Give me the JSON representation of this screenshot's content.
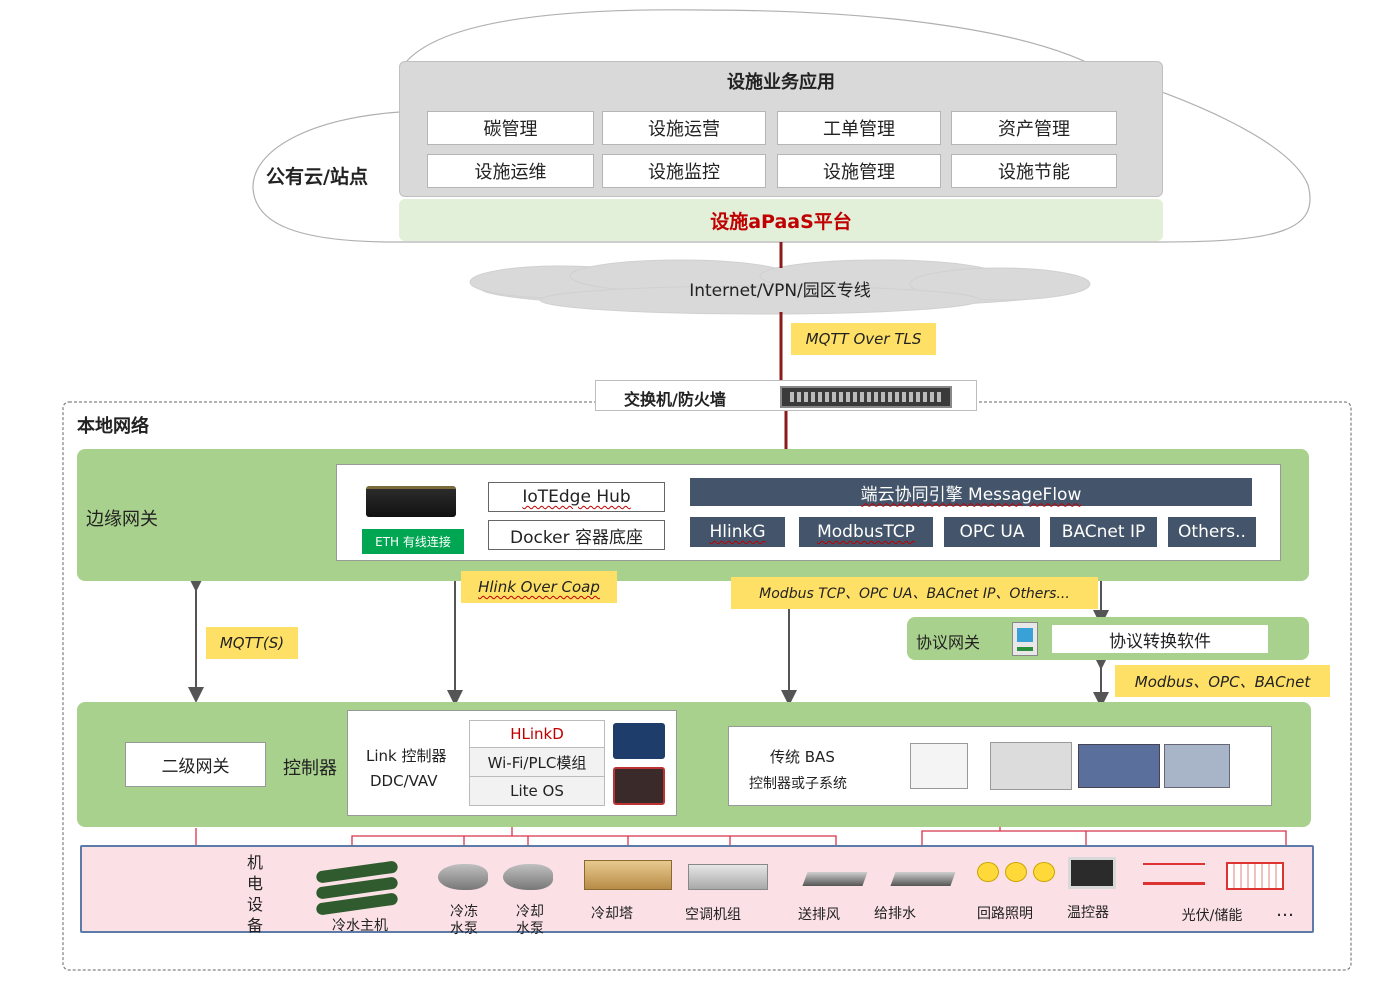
{
  "cloud": {
    "label": "公有云/站点",
    "apps_title": "设施业务应用",
    "apps": [
      "碳管理",
      "设施运营",
      "工单管理",
      "资产管理",
      "设施运维",
      "设施监控",
      "设施管理",
      "设施节能"
    ],
    "platform": "设施aPaaS平台"
  },
  "network": {
    "label": "Internet/VPN/园区专线",
    "protocol": "MQTT Over TLS"
  },
  "firewall": {
    "label": "交换机/防火墙"
  },
  "local": {
    "label": "本地网络"
  },
  "edge": {
    "label": "边缘网关",
    "eth": "ETH 有线连接",
    "hub": "IoTEdge Hub",
    "docker": "Docker 容器底座",
    "engine": "端云协同引擎 MessageFlow",
    "protocols": [
      "HlinkG",
      "ModbusTCP",
      "OPC UA",
      "BACnet IP",
      "Others.."
    ]
  },
  "links": {
    "mqtt_s": "MQTT(S)",
    "hlink_coap": "Hlink Over Coap",
    "modbus_tcp": "Modbus TCP、OPC UA、BACnet IP、Others...",
    "modbus_opc": "Modbus、OPC、BACnet"
  },
  "protocol_gw": {
    "label": "协议网关",
    "software": "协议转换软件"
  },
  "controller": {
    "secondary_gw": "二级网关",
    "label": "控制器",
    "link_line1": "Link 控制器",
    "link_line2": "DDC/VAV",
    "stack": [
      "HLinkD",
      "Wi-Fi/PLC模组",
      "Lite OS"
    ],
    "bas_line1": "传统 BAS",
    "bas_line2": "控制器或子系统"
  },
  "devices": {
    "label": "机电设备",
    "items": {
      "chiller": "冷水主机",
      "chilled_pump_1": "冷冻",
      "chilled_pump_2": "水泵",
      "cooling_pump_1": "冷却",
      "cooling_pump_2": "水泵",
      "cooling_tower": "冷却塔",
      "ahu": "空调机组",
      "supply_exhaust": "送排风",
      "water": "给排水",
      "lighting": "回路照明",
      "thermostat": "温控器",
      "pv_storage": "光伏/储能",
      "more": "…"
    }
  }
}
